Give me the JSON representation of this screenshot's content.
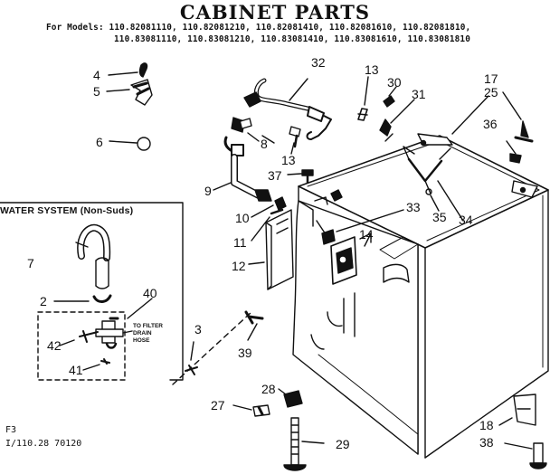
{
  "title": "CABINET PARTS",
  "models": {
    "line1": "For Models: 110.82081110, 110.82081210, 110.82081410, 110.82081610, 110.82081810,",
    "line2": "110.83081110, 110.83081210, 110.83081410, 110.83081610, 110.83081810"
  },
  "water_system": {
    "title": "WATER SYSTEM (Non-Suds)",
    "to_filter_note": [
      "TO FILTER",
      "DRAIN",
      "HOSE"
    ]
  },
  "callouts": [
    "4",
    "5",
    "6",
    "7",
    "2",
    "40",
    "42",
    "41",
    "3",
    "32",
    "8",
    "13",
    "37",
    "9",
    "10",
    "11",
    "12",
    "39",
    "30",
    "31",
    "17",
    "25",
    "36",
    "33",
    "14",
    "35",
    "34",
    "28",
    "27",
    "29",
    "18",
    "38"
  ],
  "footer": {
    "line1": "F3",
    "line2": "I/110.28 70120"
  }
}
